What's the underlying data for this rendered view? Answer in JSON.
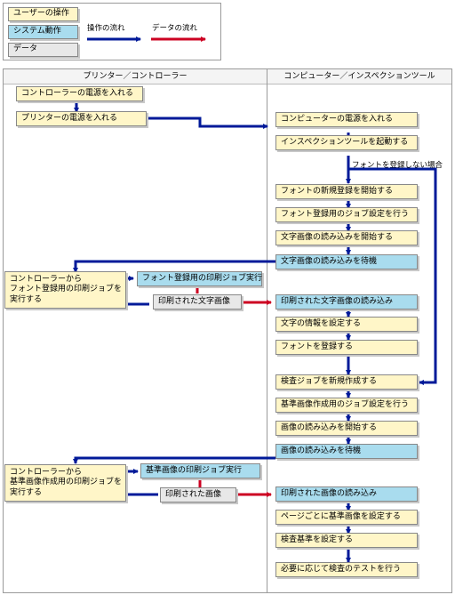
{
  "legend": {
    "user_op": "ユーザーの操作",
    "system_op": "システム動作",
    "data": "データ",
    "op_flow": "操作の流れ",
    "data_flow": "データの流れ"
  },
  "colors": {
    "op_arrow": "#001a99",
    "data_arrow": "#cc0022",
    "user_fill": "#fff6c8",
    "system_fill": "#a9dcee",
    "data_fill": "#e8e8e8"
  },
  "columns": {
    "left": "プリンター／コントローラー",
    "right": "コンピューター／インスペクションツール"
  },
  "left_steps": {
    "ctrl_power": "コントローラーの電源を入れる",
    "printer_power": "プリンターの電源を入れる",
    "font_job_exec": "コントローラーから\nフォント登録用の印刷ジョブを\n実行する",
    "font_job_sys": "フォント登録用の印刷ジョブ実行",
    "printed_text_image": "印刷された文字画像",
    "ref_job_exec": "コントローラーから\n基準画像作成用の印刷ジョブを\n実行する",
    "ref_job_sys": "基準画像の印刷ジョブ実行",
    "printed_image": "印刷された画像"
  },
  "right_steps": {
    "pc_power": "コンピューターの電源を入れる",
    "start_tool": "インスペクションツールを起動する",
    "no_font_label": "フォントを登録しない場合",
    "font_new": "フォントの新規登録を開始する",
    "font_job_setting": "フォント登録用のジョブ設定を行う",
    "start_text_read": "文字画像の読み込みを開始する",
    "wait_text_read": "文字画像の読み込みを待機",
    "read_printed_text": "印刷された文字画像の読み込み",
    "set_char_info": "文字の情報を設定する",
    "register_font": "フォントを登録する",
    "new_inspect_job": "検査ジョブを新規作成する",
    "ref_job_setting": "基準画像作成用のジョブ設定を行う",
    "start_image_read": "画像の読み込みを開始する",
    "wait_image_read": "画像の読み込みを待機",
    "read_printed_image": "印刷された画像の読み込み",
    "set_ref_per_page": "ページごとに基準画像を設定する",
    "set_criteria": "検査基準を設定する",
    "test_inspection": "必要に応じて検査のテストを行う"
  }
}
